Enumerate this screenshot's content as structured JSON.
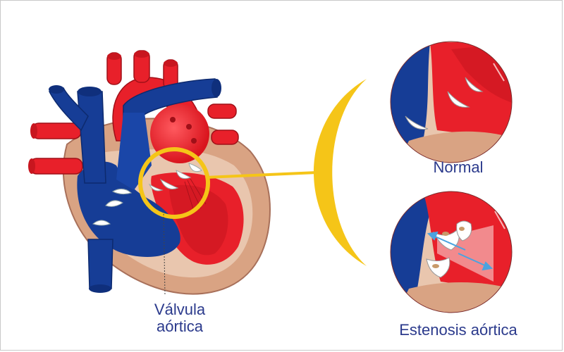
{
  "labels": {
    "valve_line1": "Válvula",
    "valve_line2": "aórtica",
    "normal": "Normal",
    "stenosis": "Estenosis aórtica"
  },
  "colors": {
    "blue": "#163d96",
    "red": "#e8202a",
    "dark_red": "#b5121b",
    "tan": "#d9a383",
    "light_tan": "#e9c6ae",
    "yellow": "#f5c518",
    "valve_white": "#ffffff",
    "label_text": "#2b3a8c"
  }
}
